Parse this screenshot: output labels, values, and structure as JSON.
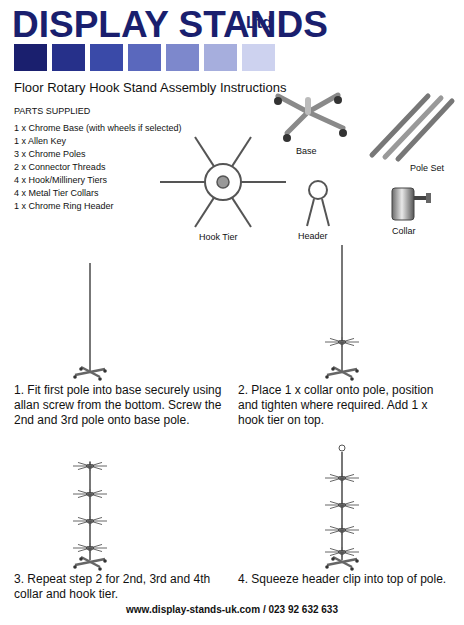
{
  "diagram": {
    "title": "Floor Rotary Hook Stand Assembly Instructions",
    "labels": [
      "DISPLAY STANDS",
      "Ltd",
      "PARTS SUPPLIED",
      "1 x Chrome Base (with wheels if selected)",
      "1 x Allen Key",
      "3 x Chrome Poles",
      "2 x Connector Threads",
      "4 x Hook/Millinery Tiers",
      "4 x Metal Tier Collars",
      "1 x Chrome Ring Header",
      "Hook Tier",
      "Base",
      "Pole Set",
      "Header",
      "Collar",
      "1. Fit first pole into base securely using allan screw from the bottom. Screw the 2nd and 3rd pole onto base pole.",
      "2. Place 1 x collar onto pole, position and tighten where required. Add 1 x hook tier on top.",
      "3. Repeat step 2 for 2nd, 3rd and 4th collar and hook tier.",
      "4. Squeeze header clip into top of pole.",
      "www.display-stands-uk.com / 023 92 632 633"
    ]
  }
}
